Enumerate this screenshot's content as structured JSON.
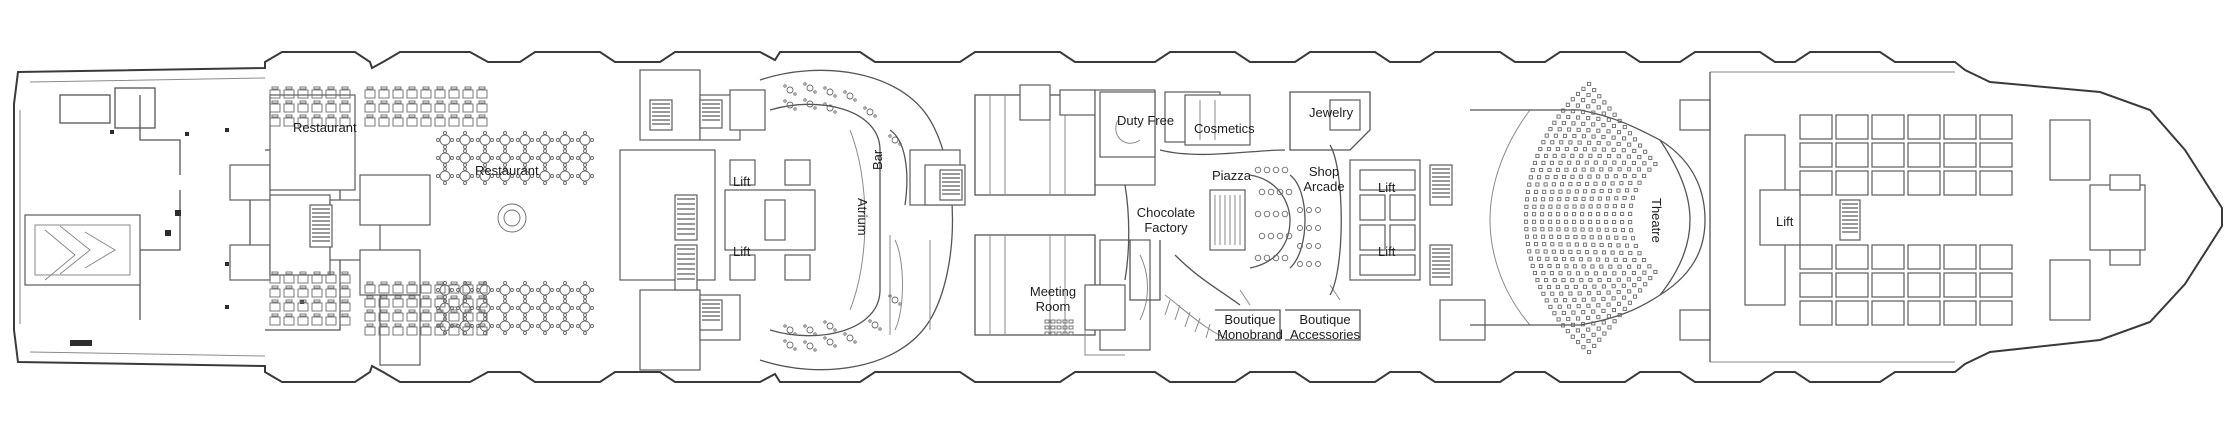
{
  "deck_plan": {
    "labels": {
      "restaurant_aft": "Restaurant",
      "restaurant_mid": "Restaurant",
      "lift_1": "Lift",
      "lift_2": "Lift",
      "atrium": "Atrium",
      "bar": "Bar",
      "duty_free": "Duty Free",
      "cosmetics": "Cosmetics",
      "jewelry": "Jewelry",
      "piazza": "Piazza",
      "shop_arcade": "Shop\nArcade",
      "lift_3": "Lift",
      "lift_4": "Lift",
      "chocolate_factory": "Chocolate\nFactory",
      "meeting_room": "Meeting\nRoom",
      "boutique_monobrand": "Boutique\nMonobrand",
      "boutique_accessories": "Boutique\nAccessories",
      "theatre": "Theatre",
      "lift_fwd": "Lift"
    }
  }
}
